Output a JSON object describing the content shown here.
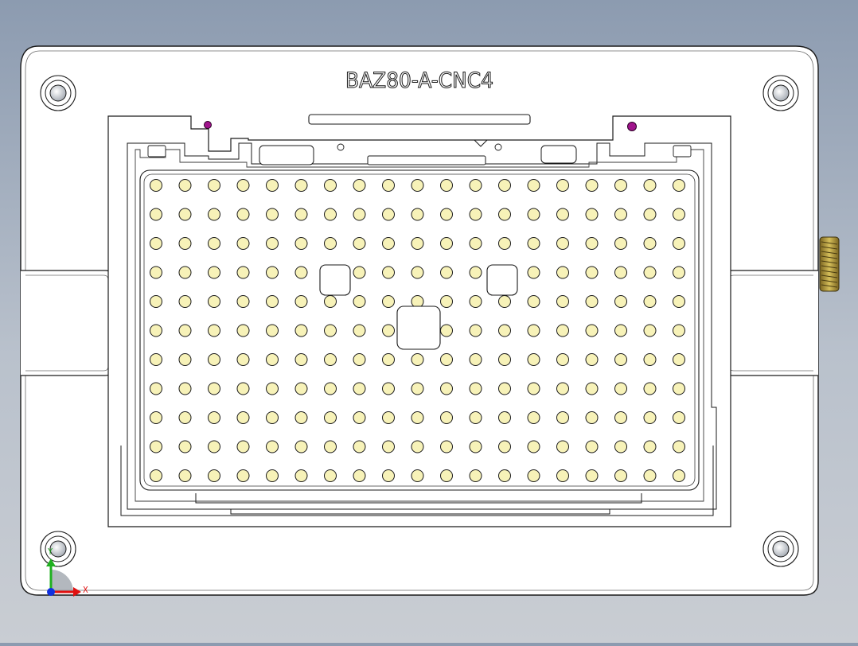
{
  "part_label": "BAZ80-A-CNC4",
  "triad": {
    "x_label": "X",
    "y_label": "Y"
  },
  "colors": {
    "background_top": "#8c9bb0",
    "background_bottom": "#c9cdd3",
    "plate_fill": "#ffffff",
    "outline": "#1a1a1a",
    "pin_fill": "#f7f2b8",
    "magenta_pin": "#a0148c",
    "thread_fill": "#b59a3a",
    "axis_x": "#e01010",
    "axis_y": "#20b020",
    "axis_z": "#1030e0"
  },
  "pin_grid": {
    "columns": 19,
    "rows": 11
  }
}
